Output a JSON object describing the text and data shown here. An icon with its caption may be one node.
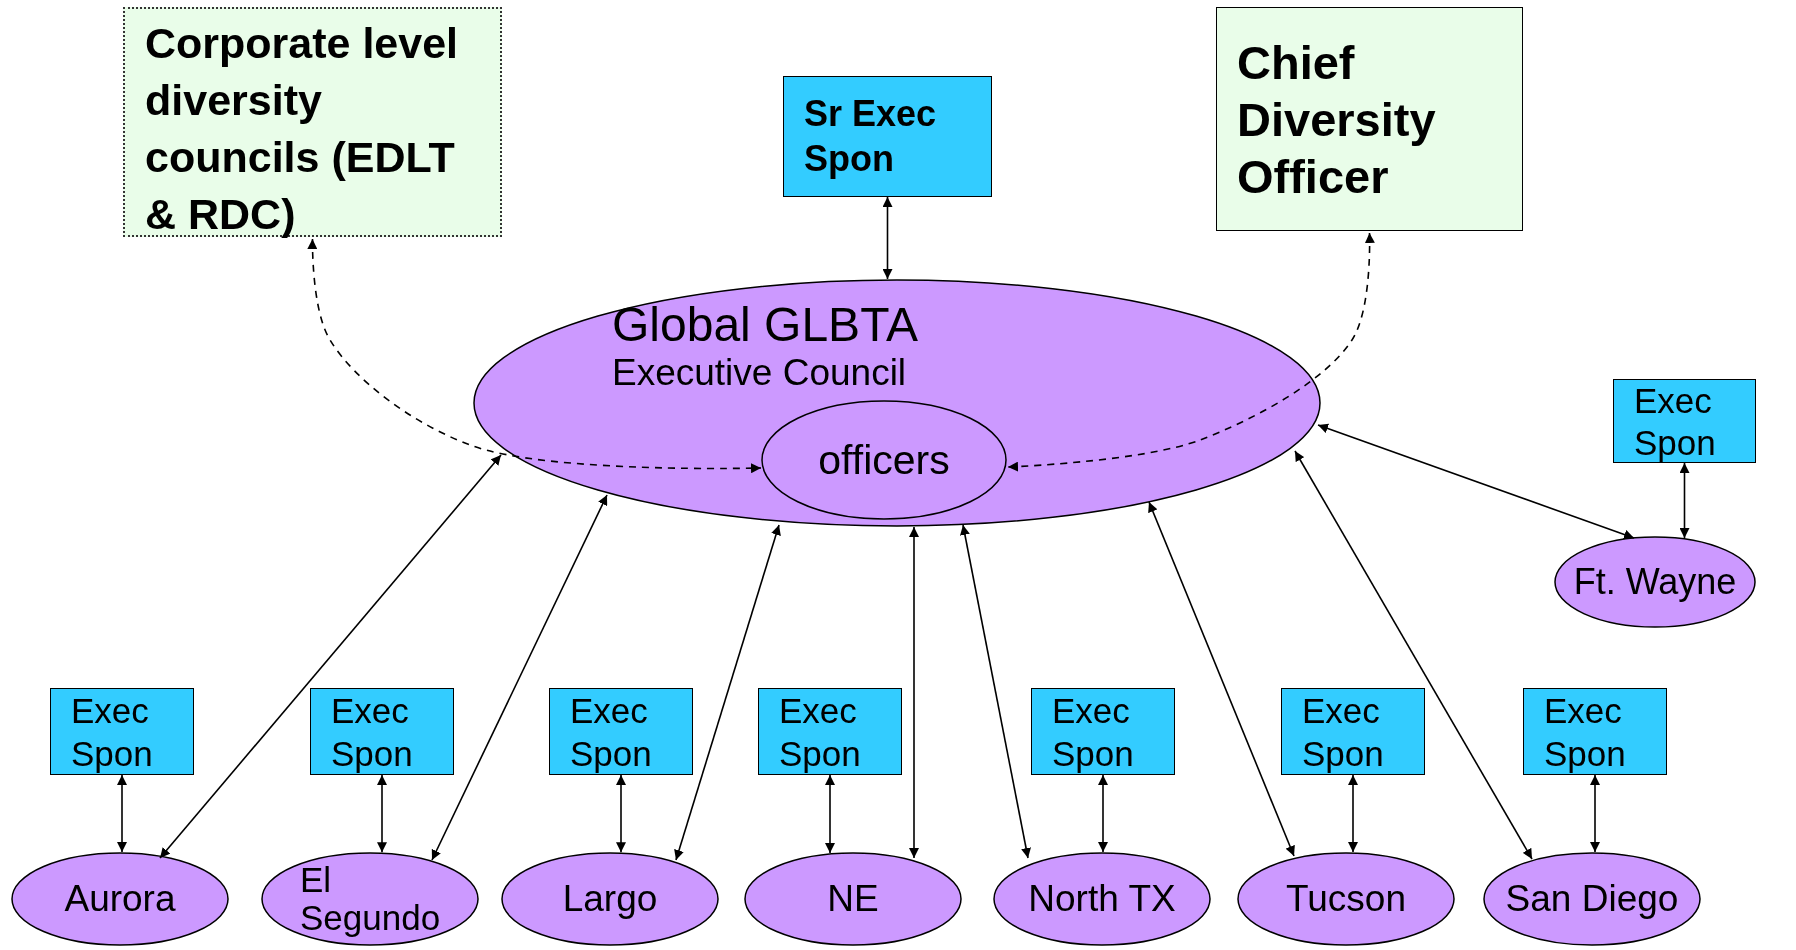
{
  "diagram": {
    "nodes": [
      {
        "text": [
          "Corporate level diversity councils (EDLT & RDC)"
        ]
      },
      {
        "text": [
          "Sr Exec Spon"
        ]
      },
      {
        "text": [
          "Chief Diversity Officer"
        ]
      },
      {
        "text": [
          "Global GLBTA",
          "Executive Council"
        ]
      },
      {
        "text": [
          "officers"
        ],
        "in": 3
      },
      {
        "text": [
          "Exec Spon"
        ]
      },
      {
        "text": [
          "Ft. Wayne"
        ]
      },
      {
        "text": [
          "Exec Spon"
        ]
      },
      {
        "text": [
          "Exec Spon"
        ]
      },
      {
        "text": [
          "Exec Spon"
        ]
      },
      {
        "text": [
          "Exec Spon"
        ]
      },
      {
        "text": [
          "Exec Spon"
        ]
      },
      {
        "text": [
          "Exec Spon"
        ]
      },
      {
        "text": [
          "Exec Spon"
        ]
      },
      {
        "text": [
          "Aurora"
        ]
      },
      {
        "text": [
          "El Segundo"
        ]
      },
      {
        "text": [
          "Largo"
        ]
      },
      {
        "text": [
          "NE"
        ]
      },
      {
        "text": [
          "North TX"
        ]
      },
      {
        "text": [
          "Tucson"
        ]
      },
      {
        "text": [
          "San Diego"
        ]
      }
    ],
    "edges": [
      {
        "from": 1,
        "to": 3,
        "arrow": "both"
      },
      {
        "from": 0,
        "to": 4,
        "arrow": "both",
        "style": "dashed"
      },
      {
        "from": 2,
        "to": 4,
        "arrow": "both",
        "style": "dashed"
      },
      {
        "from": 5,
        "to": 6,
        "arrow": "both"
      },
      {
        "from": 6,
        "to": 3,
        "arrow": "both"
      },
      {
        "from": 7,
        "to": 14,
        "arrow": "both"
      },
      {
        "from": 8,
        "to": 15,
        "arrow": "both"
      },
      {
        "from": 9,
        "to": 16,
        "arrow": "both"
      },
      {
        "from": 10,
        "to": 17,
        "arrow": "both"
      },
      {
        "from": 11,
        "to": 18,
        "arrow": "both"
      },
      {
        "from": 12,
        "to": 19,
        "arrow": "both"
      },
      {
        "from": 13,
        "to": 20,
        "arrow": "both"
      },
      {
        "from": 14,
        "to": 3,
        "arrow": "both"
      },
      {
        "from": 15,
        "to": 3,
        "arrow": "both"
      },
      {
        "from": 16,
        "to": 3,
        "arrow": "both"
      },
      {
        "from": 17,
        "to": 3,
        "arrow": "both"
      },
      {
        "from": 18,
        "to": 3,
        "arrow": "both"
      },
      {
        "from": 19,
        "to": 3,
        "arrow": "both"
      },
      {
        "from": 20,
        "to": 3,
        "arrow": "both"
      }
    ]
  }
}
